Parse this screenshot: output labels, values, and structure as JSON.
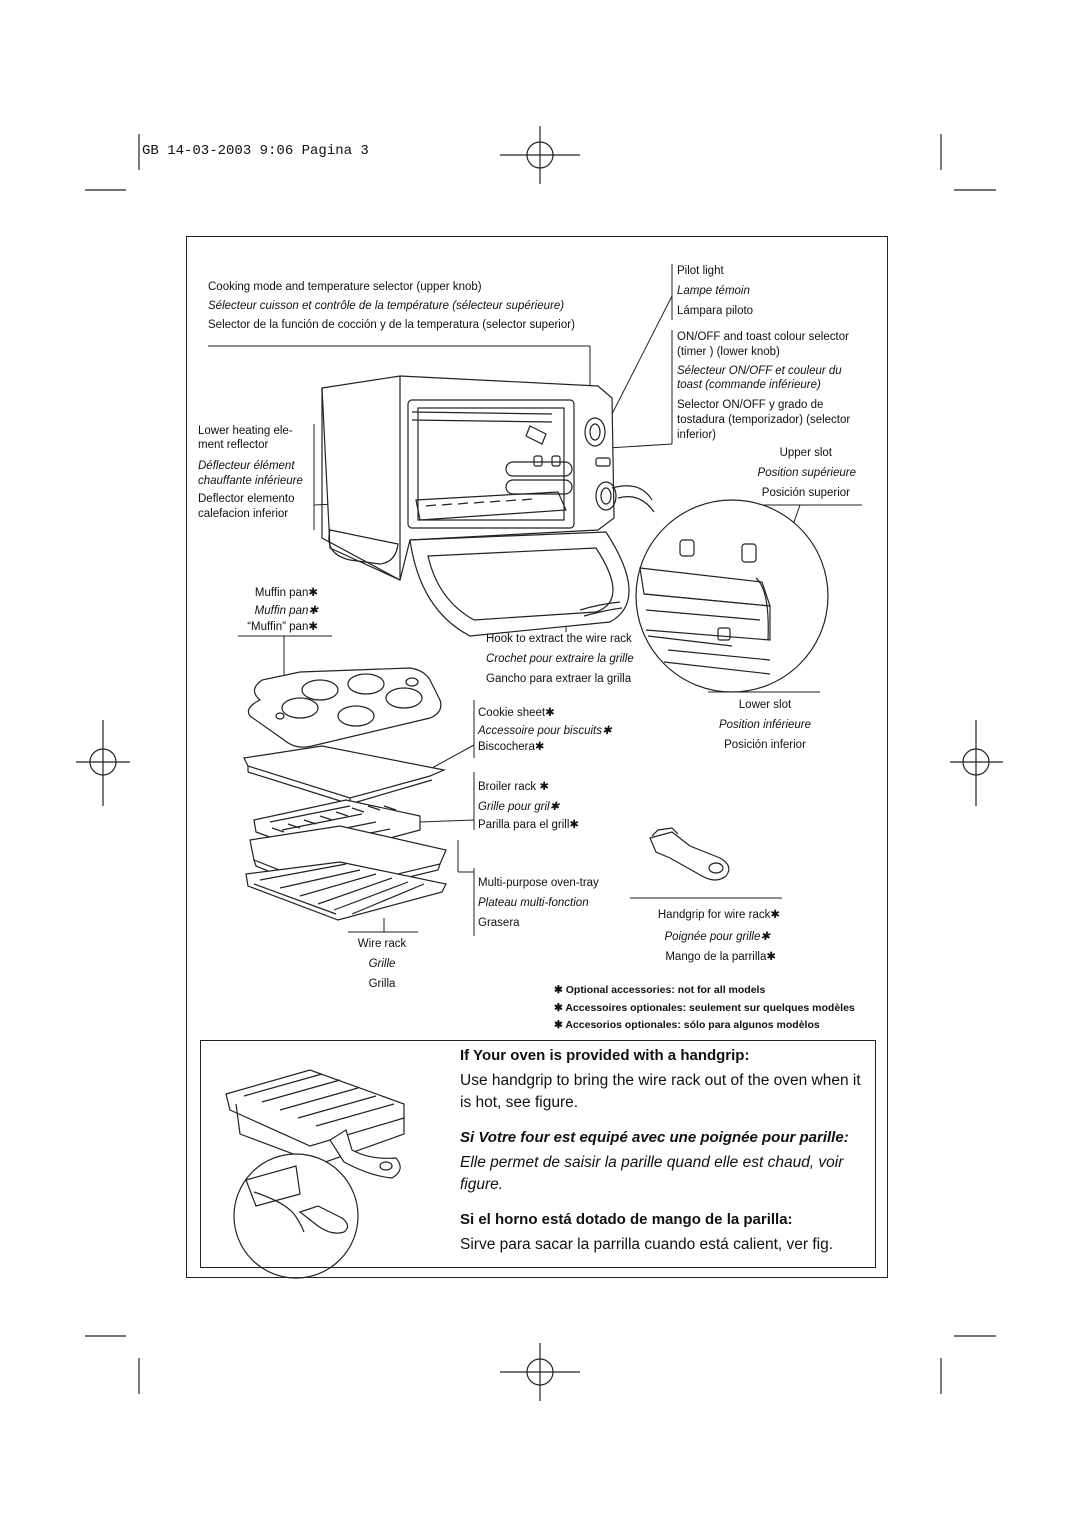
{
  "header": {
    "print_line": "GB  14-03-2003  9:06  Pagina 3"
  },
  "labels": {
    "mode_selector": {
      "en": "Cooking mode and temperature selector (upper knob)",
      "fr": "Sélecteur cuisson et contrôle de la température (sélecteur supérieure)",
      "es": "Selector de la función de cocción y de la temperatura (selector superior)"
    },
    "pilot_light": {
      "en": "Pilot light",
      "fr": "Lampe témoin",
      "es": "Lámpara piloto"
    },
    "timer": {
      "en_1": "ON/OFF and toast colour selector",
      "en_2": "(timer ) (lower knob)",
      "fr_1": "Sélecteur ON/OFF et couleur du",
      "fr_2": "toast  (commande inférieure)",
      "es_1": "Selector  ON/OFF  y  grado  de",
      "es_2": "tostadura (temporizador) (selector",
      "es_3": "inferior)"
    },
    "reflector": {
      "en_1": "Lower heating ele-",
      "en_2": "ment reflector",
      "fr_1": "Déflecteur élément",
      "fr_2": "chauffante inférieure",
      "es_1": "Deflector elemento",
      "es_2": "calefacion inferior"
    },
    "upper_slot": {
      "en": "Upper slot",
      "fr": "Position supérieure",
      "es": "Posición superior"
    },
    "muffin_pan": {
      "en": "Muffin pan",
      "fr": "Muffin pan",
      "es": "“Muffin” pan"
    },
    "hook": {
      "en": "Hook to extract the wire rack",
      "fr": "Crochet pour extraire la grille",
      "es": "Gancho para extraer la grilla"
    },
    "lower_slot": {
      "en": "Lower slot",
      "fr": "Position inférieure",
      "es": "Posición inferior"
    },
    "cookie_sheet": {
      "en": "Cookie sheet",
      "fr": "Accessoire pour biscuits",
      "es": "Biscochera"
    },
    "broiler_rack": {
      "en": "Broiler rack",
      "fr": "Grille pour gril",
      "es": "Parilla para el grill"
    },
    "tray": {
      "en": "Multi-purpose oven-tray",
      "fr": "Plateau multi-fonction",
      "es": "Grasera"
    },
    "handgrip": {
      "en": "Handgrip for wire rack",
      "fr": "Poignée pour grille",
      "es": "Mango de la parrilla"
    },
    "wire_rack": {
      "en": "Wire rack",
      "fr": "Grille",
      "es": "Grilla"
    },
    "star": "✱"
  },
  "footnotes": [
    "Optional accessories: not for all models",
    "Accessoires optionales: seulement sur quelques modèles",
    "Accesorios optionales: sólo para algunos modèlos"
  ],
  "handgrip_section": {
    "en_title": "If Your oven is provided with a handgrip:",
    "en_body": "Use handgrip to bring the wire rack out of the oven when it is hot, see figure.",
    "fr_title": "Si Votre four est equipé avec une poignée pour parille:",
    "fr_body": "Elle permet de saisir la parille quand elle est chaud, voir figure.",
    "es_title": "Si el horno está dotado de mango de la parilla:",
    "es_body": "Sirve para sacar la parrilla cuando está calient, ver fig."
  }
}
